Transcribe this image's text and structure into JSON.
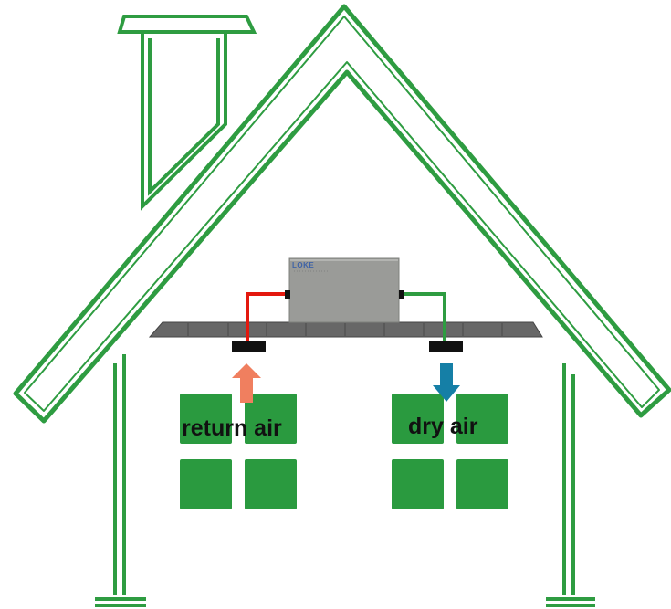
{
  "labels": {
    "return_air": "return air",
    "dry_air": "dry air"
  },
  "unit": {
    "brand": "LOKE"
  },
  "colors": {
    "house_outline": "#2e9c41",
    "window": "#2a9a3f",
    "ceiling": "#676767",
    "unit_body": "#9a9b98",
    "return_pipe": "#e3180e",
    "supply_pipe": "#2e9c41",
    "return_arrow": "#f07f5f",
    "dry_arrow": "#157fa6",
    "vent": "#111111"
  },
  "icons": {
    "return_arrow": "arrow-up-icon",
    "dry_arrow": "arrow-down-icon"
  }
}
